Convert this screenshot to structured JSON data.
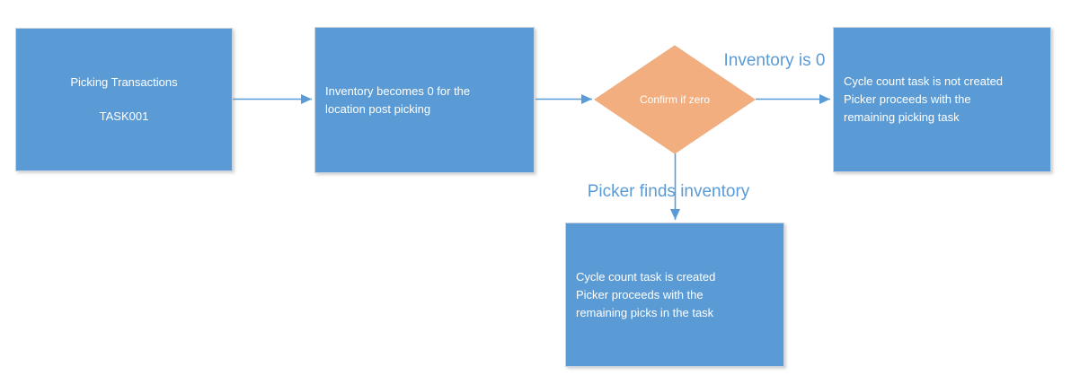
{
  "colors": {
    "box_fill": "#5B9BD5",
    "box_border": "#c9d2df",
    "box_text": "#FFFFFF",
    "diamond_fill": "#F2AE7E",
    "diamond_stroke": "#edad80",
    "connector": "#5B9BD5",
    "label_text": "#5B9BD5",
    "background": "#FFFFFF"
  },
  "nodes": {
    "start": {
      "lines": [
        "Picking Transactions",
        "TASK001"
      ]
    },
    "process": {
      "lines": [
        "Inventory becomes 0 for the",
        "location post picking"
      ]
    },
    "decision": {
      "label": "Confirm if zero"
    },
    "outcome_right": {
      "lines": [
        "Cycle count task is not created",
        "Picker proceeds with the",
        "remaining picking task"
      ]
    },
    "outcome_bottom": {
      "lines": [
        "Cycle count task is created",
        "Picker proceeds with the",
        "remaining picks in the task"
      ]
    }
  },
  "branch_labels": {
    "inventory_zero": "Inventory is 0",
    "picker_finds": "Picker finds inventory"
  }
}
